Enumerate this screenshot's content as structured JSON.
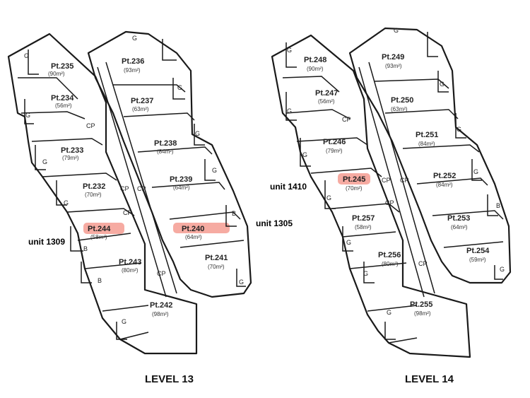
{
  "level13": {
    "title": "LEVEL 13",
    "lots": [
      {
        "label": "Pt.235",
        "area": "(90m²)"
      },
      {
        "label": "Pt.236",
        "area": "(93m²)"
      },
      {
        "label": "Pt.234",
        "area": "(56m²)"
      },
      {
        "label": "Pt.237",
        "area": "(63m²)"
      },
      {
        "label": "Pt.233",
        "area": "(79m²)"
      },
      {
        "label": "Pt.238",
        "area": "(84m²)"
      },
      {
        "label": "Pt.232",
        "area": "(70m²)"
      },
      {
        "label": "Pt.239",
        "area": "(64m²)"
      },
      {
        "label": "Pt.244",
        "area": "(58m²)"
      },
      {
        "label": "Pt.240",
        "area": "(64m²)"
      },
      {
        "label": "Pt.243",
        "area": "(80m²)"
      },
      {
        "label": "Pt.241",
        "area": "(70m²)"
      },
      {
        "label": "Pt.242",
        "area": "(98m²)"
      }
    ],
    "notes": [
      "unit 1309",
      "unit 1305"
    ]
  },
  "level14": {
    "title": "LEVEL 14",
    "lots": [
      {
        "label": "Pt.248",
        "area": "(90m²)"
      },
      {
        "label": "Pt.249",
        "area": "(93m²)"
      },
      {
        "label": "Pt.247",
        "area": "(56m²)"
      },
      {
        "label": "Pt.250",
        "area": "(63m²)"
      },
      {
        "label": "Pt.246",
        "area": "(79m²)"
      },
      {
        "label": "Pt.251",
        "area": "(84m²)"
      },
      {
        "label": "Pt.245",
        "area": "(70m²)"
      },
      {
        "label": "Pt.252",
        "area": "(84m²)"
      },
      {
        "label": "Pt.257",
        "area": "(58m²)"
      },
      {
        "label": "Pt.253",
        "area": "(64m²)"
      },
      {
        "label": "Pt.256",
        "area": "(80m²)"
      },
      {
        "label": "Pt.254",
        "area": "(59m²)"
      },
      {
        "label": "Pt.255",
        "area": "(98m²)"
      }
    ],
    "notes": [
      "unit 1410"
    ]
  },
  "tags": {
    "g": "G",
    "cp": "CP",
    "b": "B"
  },
  "highlight_color": "#ee6655"
}
